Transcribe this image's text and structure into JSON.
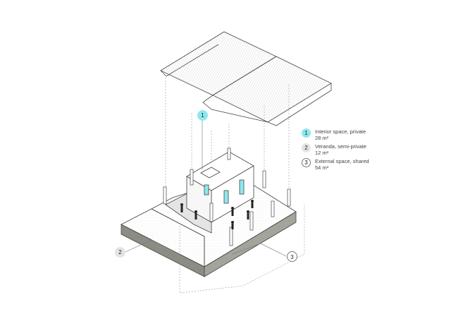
{
  "legend": [
    {
      "number": "1",
      "label": "Interior space, private",
      "area": "28 m²",
      "color": "#8ee8ee"
    },
    {
      "number": "2",
      "label": "Veranda, semi-private",
      "area": "12 m²",
      "color": "#e4e4e4"
    },
    {
      "number": "3",
      "label": "External space, shared",
      "area": "54 m²",
      "color": "#ffffff"
    }
  ],
  "callouts": {
    "interior": "1",
    "veranda": "2",
    "external": "3"
  },
  "colors": {
    "accent": "#8ee8ee",
    "slab_side": "#8c8c84",
    "line": "#555555"
  }
}
